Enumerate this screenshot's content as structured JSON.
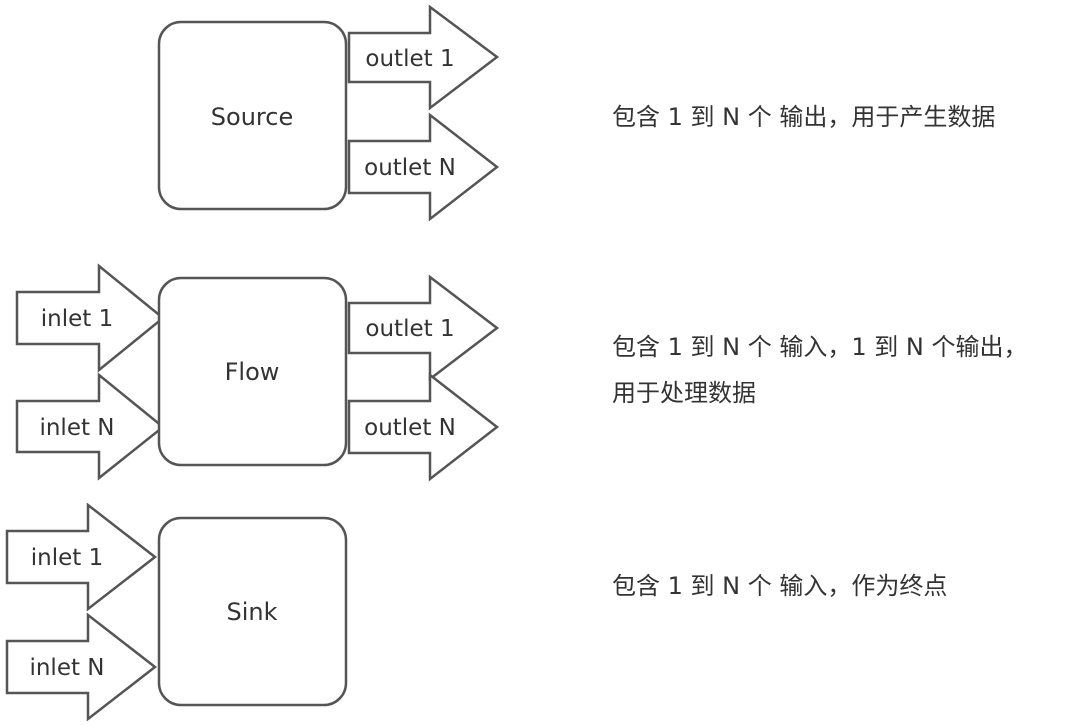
{
  "source": {
    "title": "Source",
    "outlet_first": "outlet 1",
    "outlet_last": "outlet N",
    "description": [
      "包含 1 到 N 个 输出，用于产生数据"
    ]
  },
  "flow": {
    "title": "Flow",
    "inlet_first": "inlet 1",
    "inlet_last": "inlet N",
    "outlet_first": "outlet 1",
    "outlet_last": "outlet N",
    "description": [
      "包含 1 到 N 个 输入，1 到 N 个输出，",
      "用于处理数据"
    ]
  },
  "sink": {
    "title": "Sink",
    "inlet_first": "inlet 1",
    "inlet_last": "inlet N",
    "description": [
      "包含 1 到 N 个 输入，作为终点"
    ]
  },
  "colors": {
    "stroke": "#555555",
    "text": "#333333",
    "background": "#ffffff"
  }
}
